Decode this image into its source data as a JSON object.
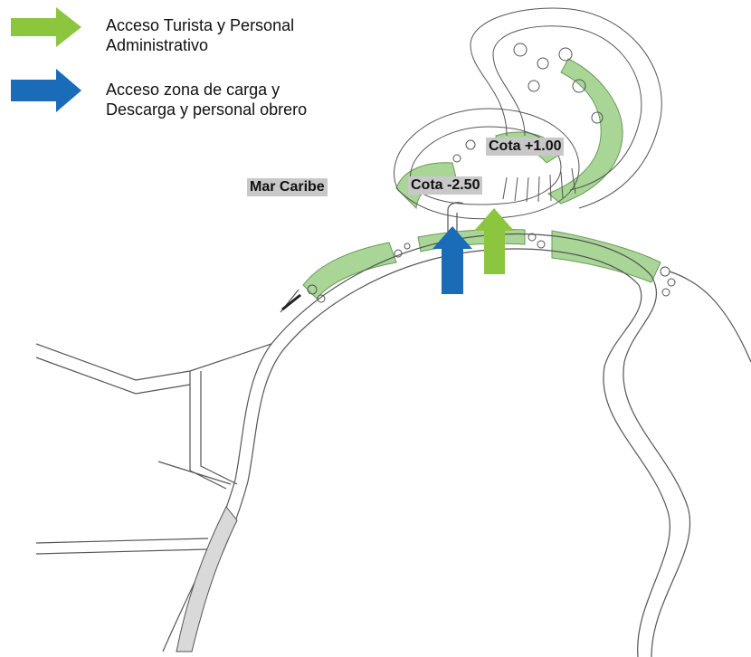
{
  "legend": {
    "items": [
      {
        "icon": "green-arrow-icon",
        "color": "#8cc63f",
        "text_line1": "Acceso Turista y Personal",
        "text_line2": "Administrativo"
      },
      {
        "icon": "blue-arrow-icon",
        "color": "#1a6bb8",
        "text_line1": "Acceso zona de carga y",
        "text_line2": "Descarga y personal obrero"
      }
    ]
  },
  "labels": {
    "sea": "Mar Caribe",
    "cota_upper": "Cota +1.00",
    "cota_lower": "Cota -2.50"
  },
  "colors": {
    "vegetation": "#9fd08c",
    "line": "#555555",
    "label_bg": "#c8c8c8"
  }
}
